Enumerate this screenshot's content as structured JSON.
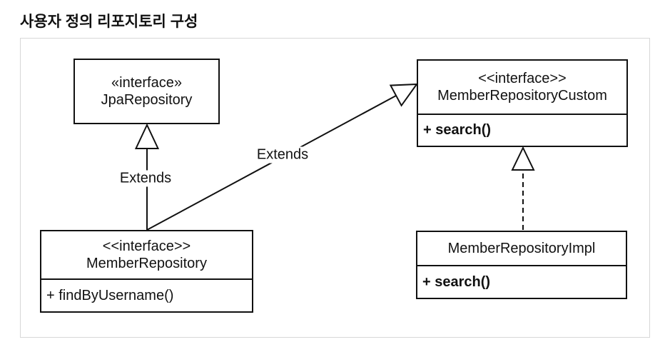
{
  "page_title": "사용자 정의 리포지토리 구성",
  "diagram": {
    "type": "uml-class-diagram",
    "classes": {
      "jpa_repository": {
        "stereotype": "«interface»",
        "name": "JpaRepository",
        "methods": []
      },
      "member_repository_custom": {
        "stereotype": "<<interface>>",
        "name": "MemberRepositoryCustom",
        "methods": [
          "+ search()"
        ]
      },
      "member_repository": {
        "stereotype": "<<interface>>",
        "name": "MemberRepository",
        "methods": [
          "+ findByUsername()"
        ]
      },
      "member_repository_impl": {
        "name": "MemberRepositoryImpl",
        "methods": [
          "+ search()"
        ]
      }
    },
    "relationships": [
      {
        "from": "MemberRepository",
        "to": "JpaRepository",
        "type": "generalization",
        "line": "solid",
        "label": "Extends"
      },
      {
        "from": "MemberRepository",
        "to": "MemberRepositoryCustom",
        "type": "generalization",
        "line": "solid",
        "label": "Extends"
      },
      {
        "from": "MemberRepositoryImpl",
        "to": "MemberRepositoryCustom",
        "type": "realization",
        "line": "dashed",
        "label": ""
      }
    ],
    "colors": {
      "box_border": "#111111",
      "box_fill": "#ffffff",
      "container_border": "#d7d7d7",
      "text": "#111111",
      "background": "#ffffff"
    }
  }
}
